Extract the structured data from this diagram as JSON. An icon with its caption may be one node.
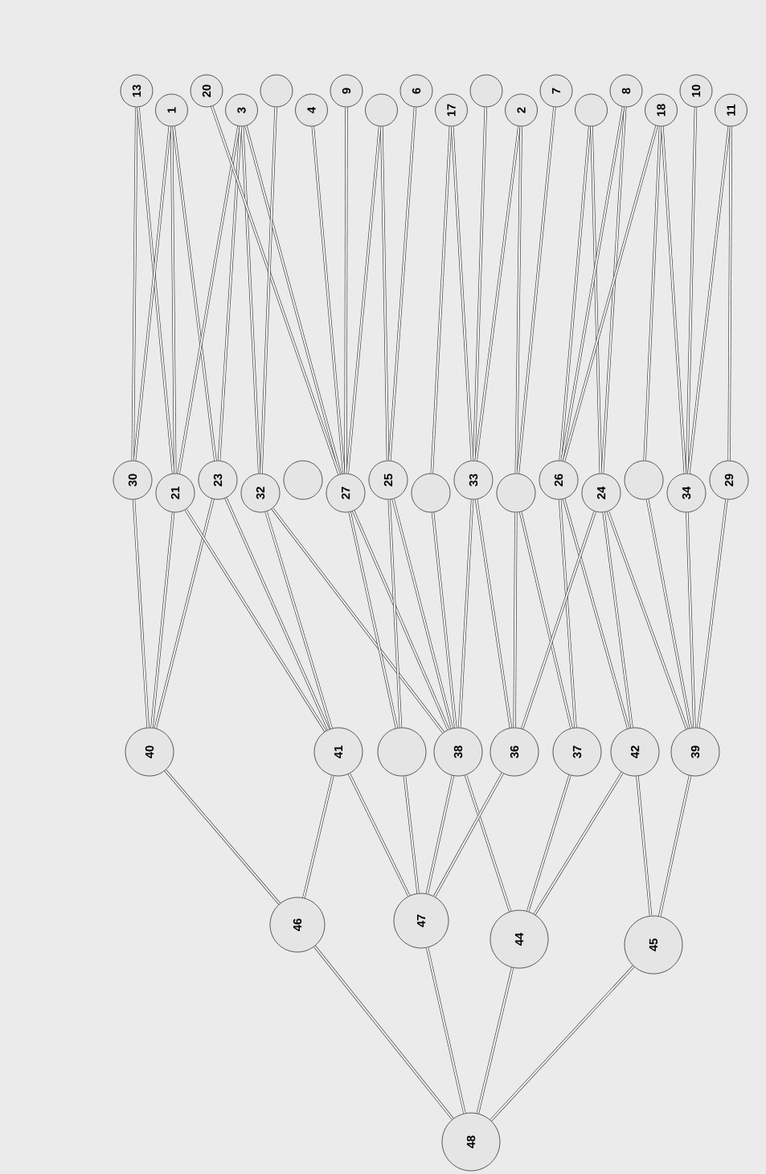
{
  "diagram": {
    "nodes": [
      {
        "text": [
          "13"
        ]
      },
      {
        "text": [
          "1"
        ]
      },
      {
        "text": [
          "3"
        ]
      },
      {
        "text": [
          "20"
        ]
      },
      {
        "text": [],
        "shape": "circle"
      },
      {
        "text": [
          "4"
        ]
      },
      {
        "text": [
          "9"
        ]
      },
      {
        "text": [],
        "shape": "circle"
      },
      {
        "text": [
          "6"
        ]
      },
      {
        "text": [],
        "shape": "circle"
      },
      {
        "text": [
          "17"
        ]
      },
      {
        "text": [
          "2"
        ]
      },
      {
        "text": [],
        "shape": "circle"
      },
      {
        "text": [
          "7"
        ]
      },
      {
        "text": [
          "8"
        ]
      },
      {
        "text": [
          "10"
        ]
      },
      {
        "text": [
          "18"
        ]
      },
      {
        "text": [
          "11"
        ]
      },
      {
        "text": [
          "30"
        ]
      },
      {
        "text": [
          "21"
        ]
      },
      {
        "text": [
          "23"
        ]
      },
      {
        "text": [],
        "shape": "circle"
      },
      {
        "text": [
          "32"
        ]
      },
      {
        "text": [
          "27"
        ]
      },
      {
        "text": [
          "25"
        ]
      },
      {
        "text": [],
        "shape": "circle"
      },
      {
        "text": [
          "33"
        ]
      },
      {
        "text": [],
        "shape": "circle"
      },
      {
        "text": [
          "26"
        ]
      },
      {
        "text": [
          "24"
        ]
      },
      {
        "text": [],
        "shape": "circle"
      },
      {
        "text": [
          "34"
        ]
      },
      {
        "text": [
          "29"
        ]
      },
      {
        "text": [
          "40"
        ]
      },
      {
        "text": [
          "41"
        ]
      },
      {
        "text": [],
        "shape": "circle"
      },
      {
        "text": [
          "38"
        ]
      },
      {
        "text": [
          "36"
        ]
      },
      {
        "text": [
          "37"
        ]
      },
      {
        "text": [
          "42"
        ]
      },
      {
        "text": [
          "39"
        ]
      },
      {
        "text": [
          "46"
        ]
      },
      {
        "text": [
          "47"
        ]
      },
      {
        "text": [
          "44"
        ]
      },
      {
        "text": [
          "45"
        ]
      },
      {
        "text": [
          "48"
        ]
      }
    ],
    "edges": [
      {
        "from": 0,
        "to": 18,
        "arrow": "none"
      },
      {
        "from": 0,
        "to": 19,
        "arrow": "none"
      },
      {
        "from": 1,
        "to": 18,
        "arrow": "none"
      },
      {
        "from": 1,
        "to": 19,
        "arrow": "none"
      },
      {
        "from": 1,
        "to": 20,
        "arrow": "none"
      },
      {
        "from": 2,
        "to": 19,
        "arrow": "none"
      },
      {
        "from": 2,
        "to": 20,
        "arrow": "none"
      },
      {
        "from": 2,
        "to": 22,
        "arrow": "none"
      },
      {
        "from": 2,
        "to": 23,
        "arrow": "none"
      },
      {
        "from": 3,
        "to": 23,
        "arrow": "none"
      },
      {
        "from": 4,
        "to": 22,
        "arrow": "none"
      },
      {
        "from": 5,
        "to": 23,
        "arrow": "none"
      },
      {
        "from": 6,
        "to": 23,
        "arrow": "none"
      },
      {
        "from": 7,
        "to": 24,
        "arrow": "none"
      },
      {
        "from": 7,
        "to": 23,
        "arrow": "none"
      },
      {
        "from": 8,
        "to": 24,
        "arrow": "none"
      },
      {
        "from": 9,
        "to": 26,
        "arrow": "none"
      },
      {
        "from": 10,
        "to": 26,
        "arrow": "none"
      },
      {
        "from": 10,
        "to": 25,
        "arrow": "none"
      },
      {
        "from": 11,
        "to": 26,
        "arrow": "none"
      },
      {
        "from": 11,
        "to": 27,
        "arrow": "none"
      },
      {
        "from": 12,
        "to": 28,
        "arrow": "none"
      },
      {
        "from": 12,
        "to": 29,
        "arrow": "none"
      },
      {
        "from": 13,
        "to": 27,
        "arrow": "none"
      },
      {
        "from": 14,
        "to": 29,
        "arrow": "none"
      },
      {
        "from": 14,
        "to": 28,
        "arrow": "none"
      },
      {
        "from": 15,
        "to": 31,
        "arrow": "none"
      },
      {
        "from": 16,
        "to": 28,
        "arrow": "none"
      },
      {
        "from": 16,
        "to": 31,
        "arrow": "none"
      },
      {
        "from": 16,
        "to": 30,
        "arrow": "none"
      },
      {
        "from": 17,
        "to": 31,
        "arrow": "none"
      },
      {
        "from": 17,
        "to": 32,
        "arrow": "none"
      },
      {
        "from": 18,
        "to": 33,
        "arrow": "none"
      },
      {
        "from": 19,
        "to": 33,
        "arrow": "none"
      },
      {
        "from": 20,
        "to": 33,
        "arrow": "none"
      },
      {
        "from": 19,
        "to": 34,
        "arrow": "none"
      },
      {
        "from": 20,
        "to": 34,
        "arrow": "none"
      },
      {
        "from": 22,
        "to": 34,
        "arrow": "none"
      },
      {
        "from": 22,
        "to": 36,
        "arrow": "none"
      },
      {
        "from": 23,
        "to": 36,
        "arrow": "none"
      },
      {
        "from": 23,
        "to": 35,
        "arrow": "none"
      },
      {
        "from": 24,
        "to": 36,
        "arrow": "none"
      },
      {
        "from": 24,
        "to": 35,
        "arrow": "none"
      },
      {
        "from": 25,
        "to": 36,
        "arrow": "none"
      },
      {
        "from": 26,
        "to": 36,
        "arrow": "none"
      },
      {
        "from": 26,
        "to": 37,
        "arrow": "none"
      },
      {
        "from": 27,
        "to": 37,
        "arrow": "none"
      },
      {
        "from": 27,
        "to": 38,
        "arrow": "none"
      },
      {
        "from": 28,
        "to": 39,
        "arrow": "none"
      },
      {
        "from": 28,
        "to": 38,
        "arrow": "none"
      },
      {
        "from": 29,
        "to": 37,
        "arrow": "none"
      },
      {
        "from": 29,
        "to": 39,
        "arrow": "none"
      },
      {
        "from": 29,
        "to": 40,
        "arrow": "none"
      },
      {
        "from": 30,
        "to": 40,
        "arrow": "none"
      },
      {
        "from": 31,
        "to": 40,
        "arrow": "none"
      },
      {
        "from": 32,
        "to": 40,
        "arrow": "none"
      },
      {
        "from": 33,
        "to": 41,
        "arrow": "none"
      },
      {
        "from": 34,
        "to": 41,
        "arrow": "none"
      },
      {
        "from": 34,
        "to": 42,
        "arrow": "none"
      },
      {
        "from": 35,
        "to": 42,
        "arrow": "none"
      },
      {
        "from": 36,
        "to": 42,
        "arrow": "none"
      },
      {
        "from": 36,
        "to": 43,
        "arrow": "none"
      },
      {
        "from": 37,
        "to": 42,
        "arrow": "none"
      },
      {
        "from": 38,
        "to": 43,
        "arrow": "none"
      },
      {
        "from": 39,
        "to": 43,
        "arrow": "none"
      },
      {
        "from": 39,
        "to": 44,
        "arrow": "none"
      },
      {
        "from": 40,
        "to": 44,
        "arrow": "none"
      },
      {
        "from": 41,
        "to": 45,
        "arrow": "none"
      },
      {
        "from": 42,
        "to": 45,
        "arrow": "none"
      },
      {
        "from": 43,
        "to": 45,
        "arrow": "none"
      },
      {
        "from": 44,
        "to": 45,
        "arrow": "none"
      }
    ]
  }
}
